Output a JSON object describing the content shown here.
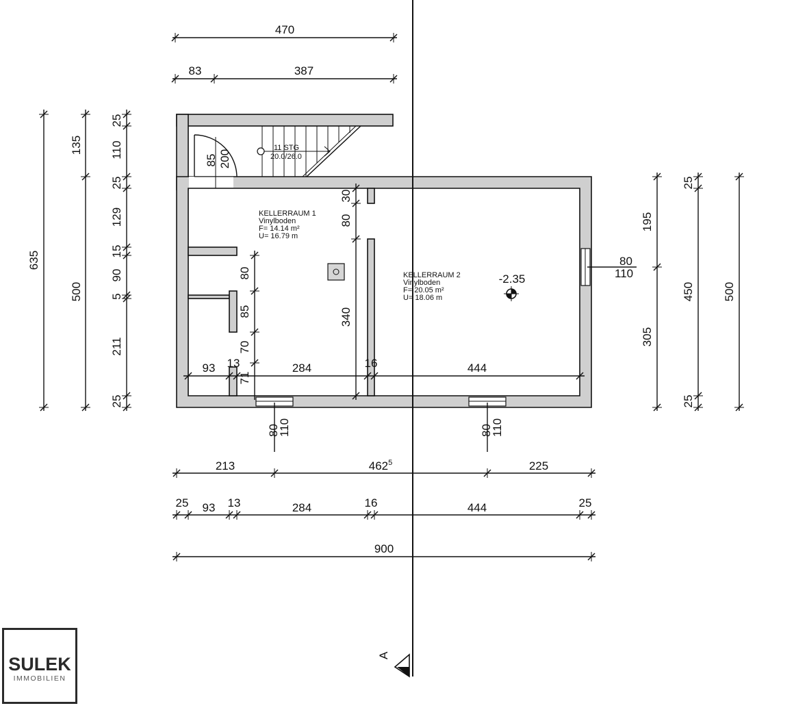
{
  "top_dimensions": {
    "total": "470",
    "seg_a": "83",
    "seg_b": "387"
  },
  "left_dimensions": {
    "overall": "635",
    "upper": "135",
    "lower": "500",
    "segments": [
      "25",
      "110",
      "25",
      "129",
      "15",
      "90",
      "5",
      "211",
      "25"
    ]
  },
  "right_dimensions": {
    "a": "195",
    "b": "305",
    "c": "25",
    "d": "450",
    "e": "25",
    "f": "500"
  },
  "interior_dimensions": {
    "door_w": "85",
    "door_h": "200",
    "v30": "30",
    "v80": "80",
    "v340": "340",
    "v80b": "80",
    "v85": "85",
    "v70": "70",
    "h93": "93",
    "h13": "13",
    "h71": "71",
    "h284": "284",
    "h16": "16",
    "h444": "444"
  },
  "stairs": {
    "steps": "11 STG",
    "ratio": "20.0/26.0"
  },
  "rooms": [
    {
      "name": "KELLERRAUM 1",
      "floor": "Vinylboden",
      "area": "F= 14.14 m²",
      "perimeter": "U= 16.79 m"
    },
    {
      "name": "KELLERRAUM 2",
      "floor": "Vinylboden",
      "area": "F= 20.05 m²",
      "perimeter": "U= 18.06 m"
    }
  ],
  "level": "-2.35",
  "windows": {
    "right_w": "80",
    "right_h": "110",
    "bottom1_w": "80",
    "bottom1_h": "110",
    "bottom2_w": "80",
    "bottom2_h": "110"
  },
  "bottom_dimensions": {
    "row1": {
      "a": "213",
      "b": "462",
      "b_sup": "5",
      "c": "225"
    },
    "row2": [
      "25",
      "93",
      "13",
      "284",
      "16",
      "444",
      "25"
    ],
    "total": "900"
  },
  "section_marker": "A",
  "logo": {
    "main": "SULEK",
    "sub": "IMMOBILIEN"
  }
}
